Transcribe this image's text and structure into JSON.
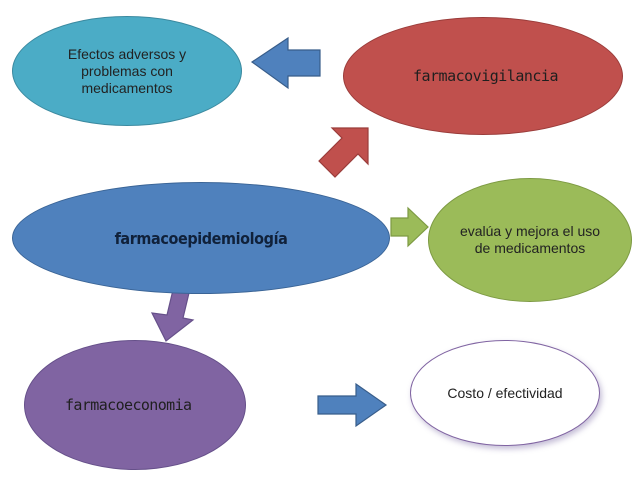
{
  "nodes": {
    "adversos": {
      "text": "Efectos adversos y problemas  con medicamentos",
      "color": "#4bacc6"
    },
    "farmacovigilancia": {
      "text": "farmacovigilancia",
      "color": "#c0504d"
    },
    "farmacoepidemiologia": {
      "text": "farmacoepidemiología",
      "color": "#4f81bd"
    },
    "evalua": {
      "text": "evalúa y mejora el uso de medicamentos",
      "color": "#9bbb59"
    },
    "farmacoeconomia": {
      "text": "farmacoeconomia",
      "color": "#8064a2"
    },
    "costo": {
      "text": "Costo / efectividad",
      "color": "#ffffff"
    }
  },
  "arrows": {
    "vigil_to_adversos": {
      "color": "#4f81bd"
    },
    "epi_to_vigil": {
      "color": "#c0504d"
    },
    "epi_to_evalua": {
      "color": "#9bbb59"
    },
    "epi_to_econ": {
      "color": "#8064a2"
    },
    "econ_to_costo": {
      "color": "#4f81bd"
    }
  }
}
